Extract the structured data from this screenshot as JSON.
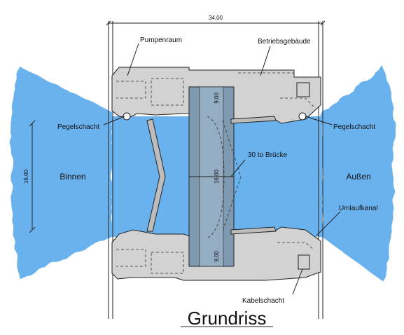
{
  "title": "Grundriss",
  "dimensions": {
    "total_width": "34,00",
    "chamber_width": "16,00",
    "gate_upper": "9,00",
    "gate_center": "16,00",
    "gate_lower": "9,00"
  },
  "labels": {
    "pumpenraum": "Pumpenraum",
    "betriebsgebaeude": "Betriebsgebäude",
    "pegelschacht_left": "Pegelschacht",
    "pegelschacht_right": "Pegelschacht",
    "bruecke": "30 to Brücke",
    "umlaufkanal": "Umlaufkanal",
    "kabelschacht": "Kabelschacht"
  },
  "sides": {
    "inner": "Binnen",
    "outer": "Außen"
  },
  "colors": {
    "water": "#6ab2ee",
    "concrete": "#d2d2d2",
    "bridge": "#7f99b0",
    "line": "#222222"
  }
}
